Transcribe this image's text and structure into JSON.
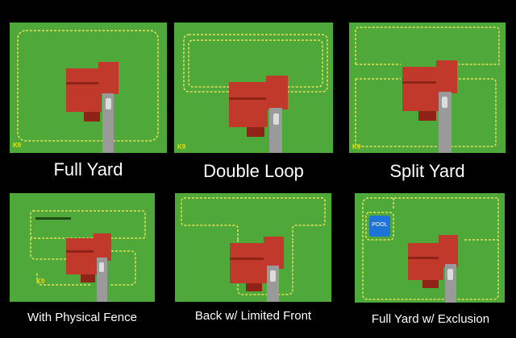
{
  "brand": {
    "badge": "K9"
  },
  "panels": [
    {
      "id": "full-yard",
      "caption": "Full Yard"
    },
    {
      "id": "double-loop",
      "caption": "Double Loop"
    },
    {
      "id": "split-yard",
      "caption": "Split Yard"
    },
    {
      "id": "physical-fence",
      "caption": "With Physical Fence"
    },
    {
      "id": "limited-front",
      "caption": "Back w/ Limited Front"
    },
    {
      "id": "exclusion",
      "caption": "Full Yard w/ Exclusion",
      "pool_label": "POOL"
    }
  ],
  "colors": {
    "grass": "#4ea83a",
    "wire": "#e6e05a",
    "roof": "#c0392b",
    "roof_dark": "#8f2318",
    "driveway": "#9a9a9a",
    "pool": "#1e73d6",
    "car": "#dcdcdc"
  }
}
